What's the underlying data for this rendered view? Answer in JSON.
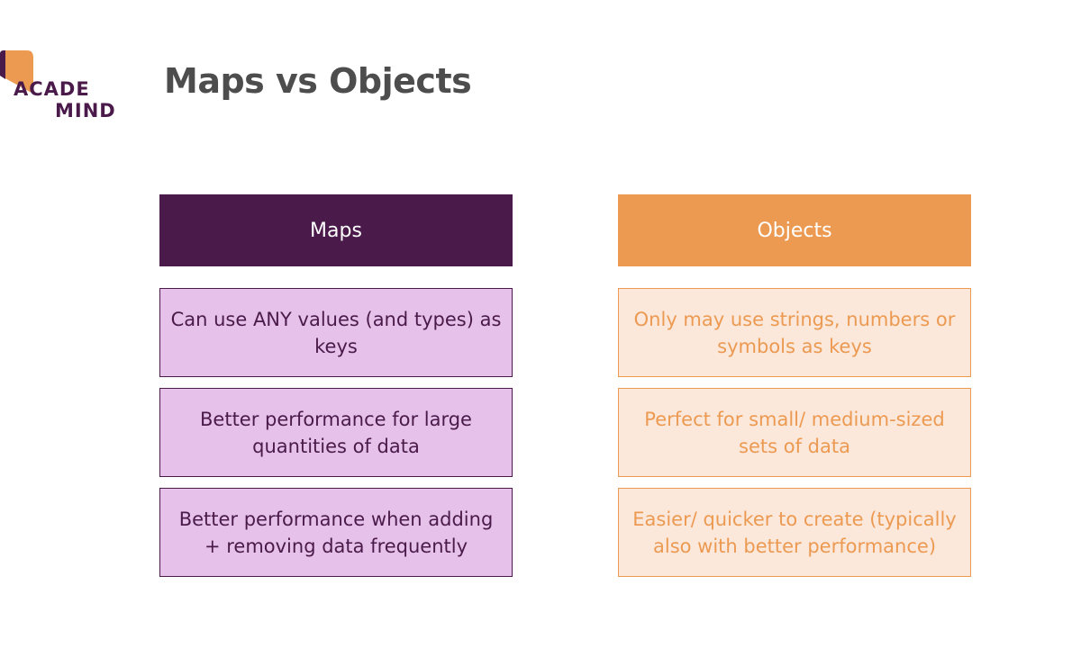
{
  "logo": {
    "line1": "ACADE",
    "line2": "MIND",
    "brand_dark": "#4a1a4a",
    "brand_orange": "#ec9a52"
  },
  "title": "Maps vs Objects",
  "columns": [
    {
      "header": "Maps",
      "items": [
        "Can use ANY values (and types) as keys",
        "Better performance for large quantities of data",
        "Better performance when adding + removing data frequently"
      ]
    },
    {
      "header": "Objects",
      "items": [
        "Only may use strings, numbers or symbols as keys",
        "Perfect for small/ medium-sized sets of data",
        "Easier/ quicker to create (typically also with better performance)"
      ]
    }
  ],
  "colors": {
    "maps_header": "#4a1a4a",
    "maps_cell": "#e6c2ea",
    "objects_header": "#ec9a52",
    "objects_cell": "#fbe8db",
    "title": "#4d4d4d"
  }
}
